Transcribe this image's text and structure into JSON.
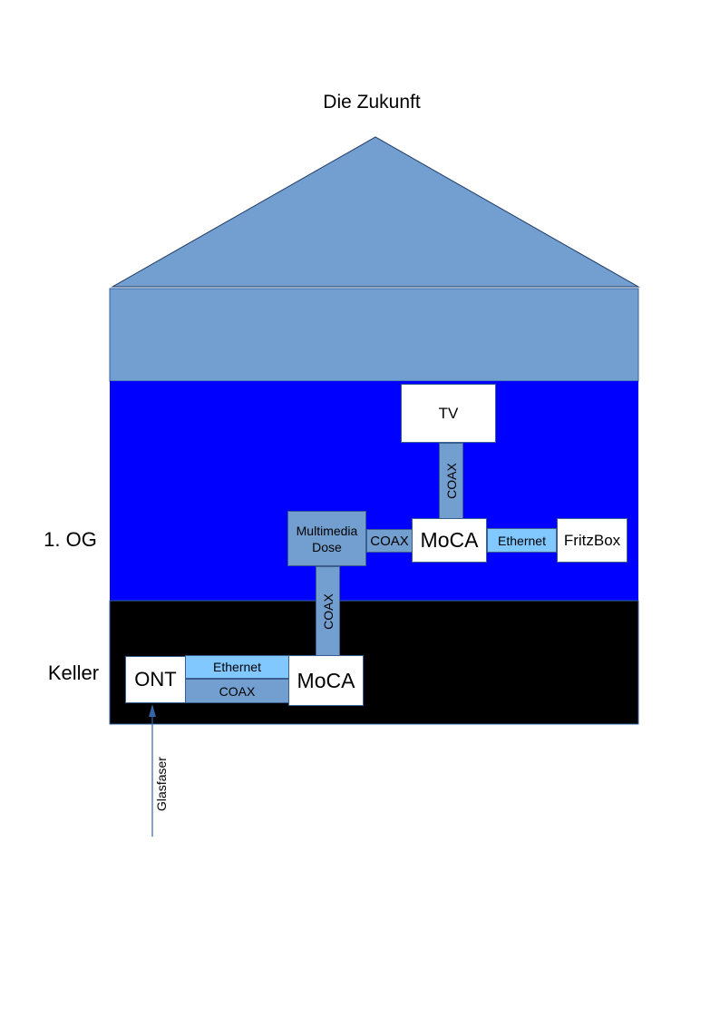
{
  "title": "Die Zukunft",
  "floors": {
    "og1": "1. OG",
    "keller": "Keller"
  },
  "nodes": {
    "tv": "TV",
    "moca_og": "MoCA",
    "fritzbox": "FritzBox",
    "multimedia_dose_line1": "Multimedia",
    "multimedia_dose_line2": "Dose",
    "ont": "ONT",
    "moca_keller": "MoCA"
  },
  "links": {
    "tv_moca": "COAX",
    "dose_moca": "COAX",
    "moca_fritzbox": "Ethernet",
    "dose_keller_moca": "COAX",
    "ont_moca_ethernet": "Ethernet",
    "ont_moca_coax": "COAX",
    "glasfaser": "Glasfaser"
  },
  "colors": {
    "roof": "#729fcf",
    "og_floor": "#0000ff",
    "keller_floor": "#000000",
    "coax": "#729fcf",
    "ethernet": "#80c8ff",
    "device": "#ffffff"
  }
}
